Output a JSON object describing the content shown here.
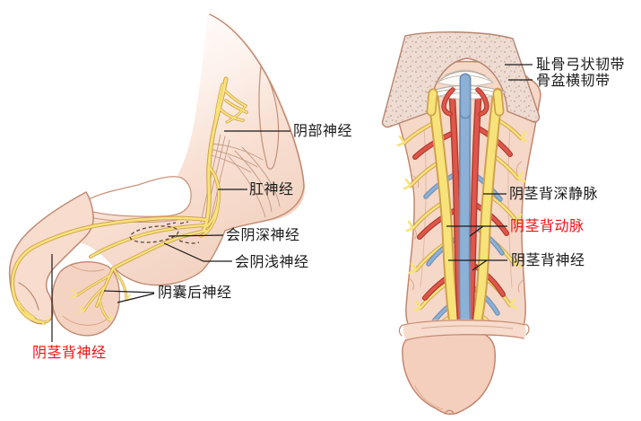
{
  "labels": {
    "left": {
      "pudendal_nerve": "阴部神经",
      "anal_nerve": "肛神经",
      "deep_perineal_nerve": "会阴深神经",
      "superficial_perineal_nerve": "会阴浅神经",
      "posterior_scrotal_nerve": "阴囊后神经",
      "dorsal_nerve_of_penis": "阴茎背神经"
    },
    "right": {
      "arcuate_pubic_ligament": "耻骨弓状韧带",
      "transverse_pelvic_ligament": "骨盆横韧带",
      "deep_dorsal_vein": "阴茎背深静脉",
      "dorsal_artery": "阴茎背动脉",
      "dorsal_nerve": "阴茎背神经"
    }
  },
  "colors": {
    "nerve_yellow": "#f8e37a",
    "nerve_edge": "#cfa14c",
    "artery_red": "#e0564a",
    "artery_edge": "#ad3a2e",
    "vein_blue": "#8db0d6",
    "vein_edge": "#6d8fb5",
    "flesh": "#f5d6c6",
    "outline_brown": "#c08a72",
    "bone": "#eedcd3",
    "ligament_white": "#fcfbf8",
    "label_black": "#1a1a1a",
    "label_red": "#ee1111",
    "background": "#ffffff"
  }
}
